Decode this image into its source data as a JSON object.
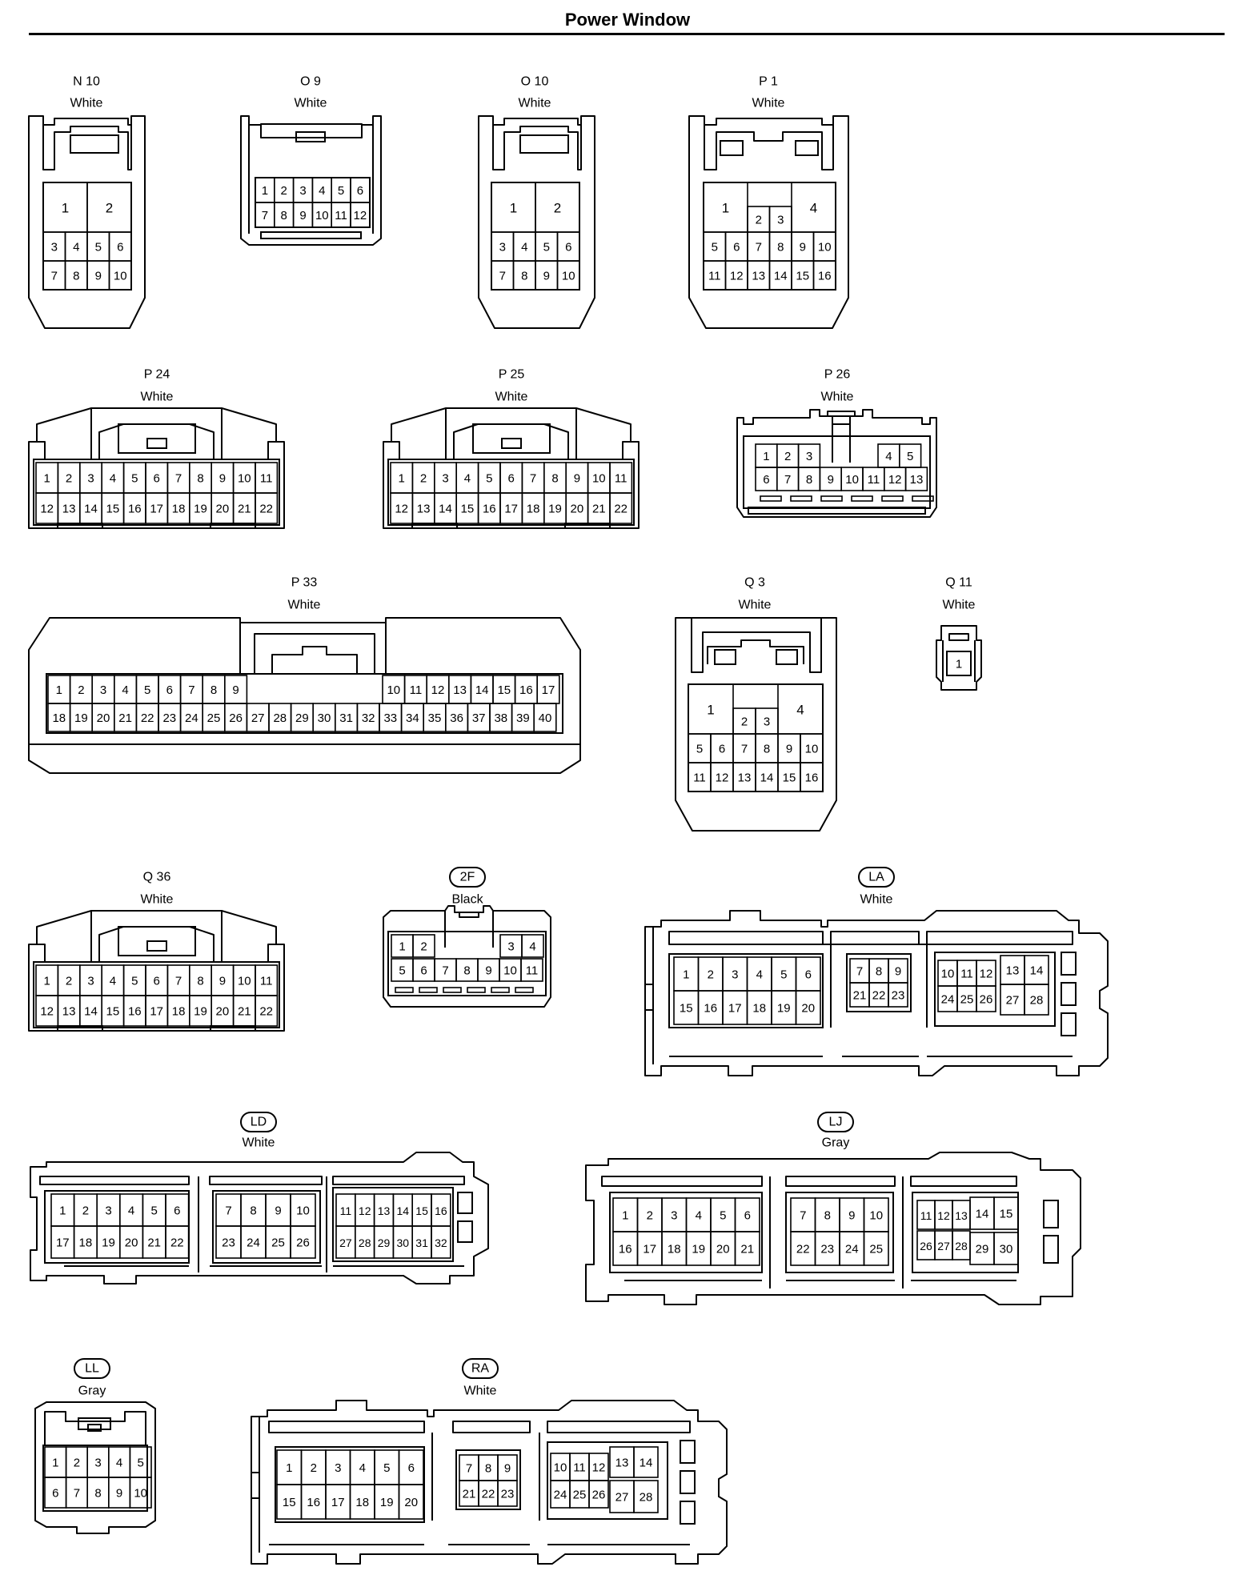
{
  "page": {
    "title": "Power Window"
  },
  "connectors": {
    "N10": {
      "id": "N 10",
      "color": "White",
      "pins": [
        "1",
        "2",
        "3",
        "4",
        "5",
        "6",
        "7",
        "8",
        "9",
        "10"
      ]
    },
    "O9": {
      "id": "O 9",
      "color": "White",
      "pins": [
        "1",
        "2",
        "3",
        "4",
        "5",
        "6",
        "7",
        "8",
        "9",
        "10",
        "11",
        "12"
      ]
    },
    "O10": {
      "id": "O 10",
      "color": "White",
      "pins": [
        "1",
        "2",
        "3",
        "4",
        "5",
        "6",
        "7",
        "8",
        "9",
        "10"
      ]
    },
    "P1": {
      "id": "P 1",
      "color": "White",
      "pins": [
        "1",
        "2",
        "3",
        "4",
        "5",
        "6",
        "7",
        "8",
        "9",
        "10",
        "11",
        "12",
        "13",
        "14",
        "15",
        "16"
      ]
    },
    "P24": {
      "id": "P 24",
      "color": "White",
      "pins": [
        "1",
        "2",
        "3",
        "4",
        "5",
        "6",
        "7",
        "8",
        "9",
        "10",
        "11",
        "12",
        "13",
        "14",
        "15",
        "16",
        "17",
        "18",
        "19",
        "20",
        "21",
        "22"
      ]
    },
    "P25": {
      "id": "P 25",
      "color": "White",
      "pins": [
        "1",
        "2",
        "3",
        "4",
        "5",
        "6",
        "7",
        "8",
        "9",
        "10",
        "11",
        "12",
        "13",
        "14",
        "15",
        "16",
        "17",
        "18",
        "19",
        "20",
        "21",
        "22"
      ]
    },
    "P26": {
      "id": "P 26",
      "color": "White",
      "pins": [
        "1",
        "2",
        "3",
        "4",
        "5",
        "6",
        "7",
        "8",
        "9",
        "10",
        "11",
        "12",
        "13"
      ]
    },
    "P33": {
      "id": "P 33",
      "color": "White",
      "pins": [
        "1",
        "2",
        "3",
        "4",
        "5",
        "6",
        "7",
        "8",
        "9",
        "10",
        "11",
        "12",
        "13",
        "14",
        "15",
        "16",
        "17",
        "18",
        "19",
        "20",
        "21",
        "22",
        "23",
        "24",
        "25",
        "26",
        "27",
        "28",
        "29",
        "30",
        "31",
        "32",
        "33",
        "34",
        "35",
        "36",
        "37",
        "38",
        "39",
        "40"
      ]
    },
    "Q3": {
      "id": "Q 3",
      "color": "White",
      "pins": [
        "1",
        "2",
        "3",
        "4",
        "5",
        "6",
        "7",
        "8",
        "9",
        "10",
        "11",
        "12",
        "13",
        "14",
        "15",
        "16"
      ]
    },
    "Q11": {
      "id": "Q 11",
      "color": "White",
      "pins": [
        "1"
      ]
    },
    "Q36": {
      "id": "Q 36",
      "color": "White",
      "pins": [
        "1",
        "2",
        "3",
        "4",
        "5",
        "6",
        "7",
        "8",
        "9",
        "10",
        "11",
        "12",
        "13",
        "14",
        "15",
        "16",
        "17",
        "18",
        "19",
        "20",
        "21",
        "22"
      ]
    },
    "F2": {
      "id": "2F",
      "color": "Black",
      "pins": [
        "1",
        "2",
        "3",
        "4",
        "5",
        "6",
        "7",
        "8",
        "9",
        "10",
        "11"
      ]
    },
    "LA": {
      "id": "LA",
      "color": "White",
      "pins": [
        "1",
        "2",
        "3",
        "4",
        "5",
        "6",
        "7",
        "8",
        "9",
        "10",
        "11",
        "12",
        "13",
        "14",
        "15",
        "16",
        "17",
        "18",
        "19",
        "20",
        "21",
        "22",
        "23",
        "24",
        "25",
        "26",
        "27",
        "28"
      ]
    },
    "LD": {
      "id": "LD",
      "color": "White",
      "pins": [
        "1",
        "2",
        "3",
        "4",
        "5",
        "6",
        "7",
        "8",
        "9",
        "10",
        "11",
        "12",
        "13",
        "14",
        "15",
        "16",
        "17",
        "18",
        "19",
        "20",
        "21",
        "22",
        "23",
        "24",
        "25",
        "26",
        "27",
        "28",
        "29",
        "30",
        "31",
        "32"
      ]
    },
    "LJ": {
      "id": "LJ",
      "color": "Gray",
      "pins": [
        "1",
        "2",
        "3",
        "4",
        "5",
        "6",
        "7",
        "8",
        "9",
        "10",
        "11",
        "12",
        "13",
        "14",
        "15",
        "16",
        "17",
        "18",
        "19",
        "20",
        "21",
        "22",
        "23",
        "24",
        "25",
        "26",
        "27",
        "28",
        "29",
        "30"
      ]
    },
    "LL": {
      "id": "LL",
      "color": "Gray",
      "pins": [
        "1",
        "2",
        "3",
        "4",
        "5",
        "6",
        "7",
        "8",
        "9",
        "10"
      ]
    },
    "RA": {
      "id": "RA",
      "color": "White",
      "pins": [
        "1",
        "2",
        "3",
        "4",
        "5",
        "6",
        "7",
        "8",
        "9",
        "10",
        "11",
        "12",
        "13",
        "14",
        "15",
        "16",
        "17",
        "18",
        "19",
        "20",
        "21",
        "22",
        "23",
        "24",
        "25",
        "26",
        "27",
        "28"
      ]
    }
  }
}
